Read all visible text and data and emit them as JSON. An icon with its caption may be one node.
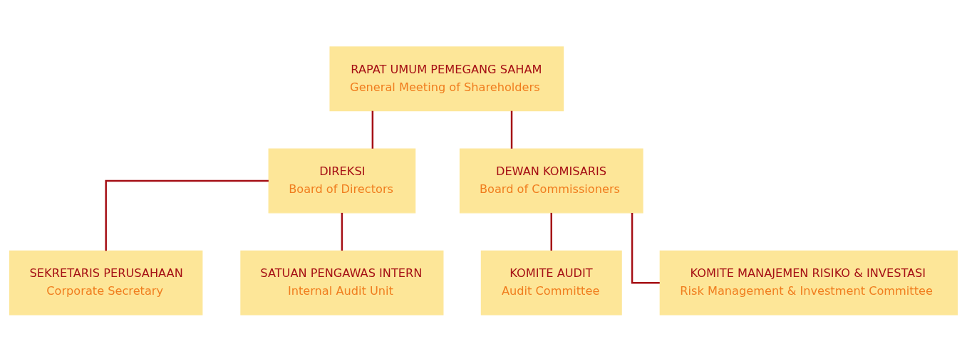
{
  "diagram": {
    "nodes": [
      {
        "text": [
          "RAPAT UMUM PEMEGANG SAHAM",
          "General Meeting of Shareholders"
        ]
      },
      {
        "text": [
          "DIREKSI",
          "Board of Directors"
        ]
      },
      {
        "text": [
          "DEWAN KOMISARIS",
          "Board of Commissioners"
        ]
      },
      {
        "text": [
          "SEKRETARIS PERUSAHAAN",
          "Corporate Secretary"
        ]
      },
      {
        "text": [
          "SATUAN PENGAWAS INTERN",
          "Internal Audit Unit"
        ]
      },
      {
        "text": [
          "KOMITE AUDIT",
          "Audit Committee"
        ]
      },
      {
        "text": [
          "KOMITE MANAJEMEN RISIKO & INVESTASI",
          "Risk Management & Investment Committee"
        ]
      }
    ],
    "edges": [
      {
        "from": 0,
        "to": 1,
        "arrow": "none"
      },
      {
        "from": 0,
        "to": 2,
        "arrow": "none"
      },
      {
        "from": 1,
        "to": 3,
        "arrow": "none"
      },
      {
        "from": 1,
        "to": 4,
        "arrow": "none"
      },
      {
        "from": 2,
        "to": 5,
        "arrow": "none"
      },
      {
        "from": 2,
        "to": 6,
        "arrow": "none"
      }
    ]
  }
}
